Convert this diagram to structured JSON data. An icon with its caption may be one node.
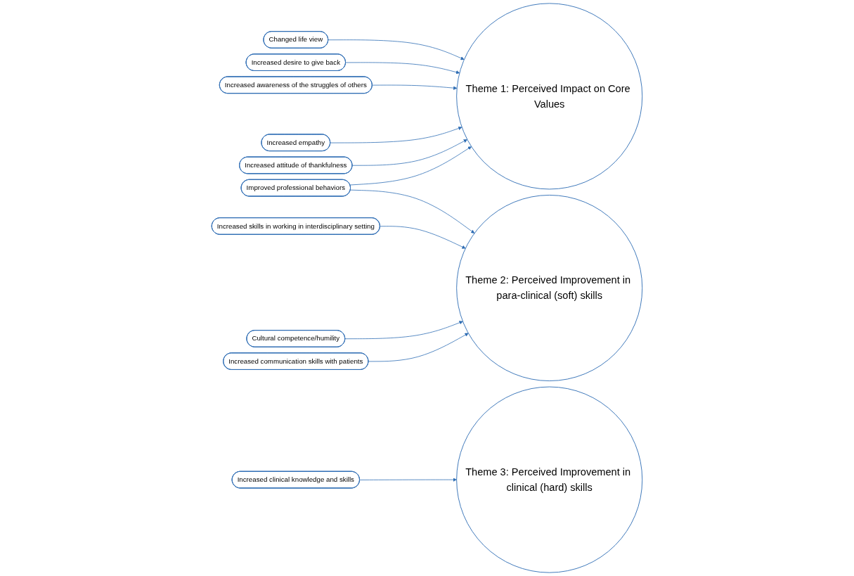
{
  "diagram": {
    "nodes": [
      {
        "text": [
          "Changed life view"
        ]
      },
      {
        "text": [
          "Increased desire to give back"
        ]
      },
      {
        "text": [
          "Increased awareness of the struggles of others"
        ]
      },
      {
        "text": [
          "Increased empathy"
        ]
      },
      {
        "text": [
          "Increased attitude of thankfulness"
        ]
      },
      {
        "text": [
          "Improved professional behaviors"
        ]
      },
      {
        "text": [
          "Increased skills in working in interdisciplinary setting"
        ]
      },
      {
        "text": [
          "Cultural competence/humility"
        ]
      },
      {
        "text": [
          "Increased communication skills with patients"
        ]
      },
      {
        "text": [
          "Increased clinical knowledge and skills"
        ]
      },
      {
        "text": [
          "Theme 1: Perceived Impact on Core Values"
        ]
      },
      {
        "text": [
          "Theme 2: Perceived Improvement in para-clinical (soft) skills"
        ]
      },
      {
        "text": [
          "Theme 3: Perceived Improvement in clinical (hard) skills"
        ]
      }
    ],
    "edges": [
      {
        "from": 0,
        "to": 10,
        "arrow": "to"
      },
      {
        "from": 1,
        "to": 10,
        "arrow": "to"
      },
      {
        "from": 2,
        "to": 10,
        "arrow": "to"
      },
      {
        "from": 3,
        "to": 10,
        "arrow": "to"
      },
      {
        "from": 4,
        "to": 10,
        "arrow": "to"
      },
      {
        "from": 5,
        "to": 10,
        "arrow": "to"
      },
      {
        "from": 5,
        "to": 11,
        "arrow": "to"
      },
      {
        "from": 6,
        "to": 11,
        "arrow": "to"
      },
      {
        "from": 7,
        "to": 11,
        "arrow": "to"
      },
      {
        "from": 8,
        "to": 11,
        "arrow": "to"
      },
      {
        "from": 9,
        "to": 12,
        "arrow": "to"
      }
    ]
  }
}
